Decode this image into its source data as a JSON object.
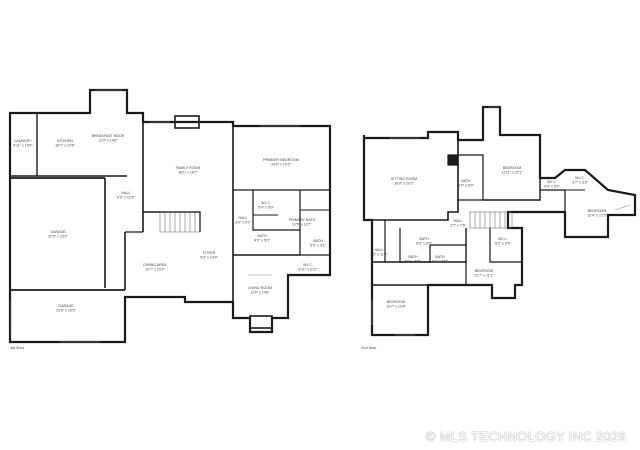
{
  "floors": [
    {
      "name": "1st floor",
      "rooms": [
        {
          "id": "laundry",
          "name": "LAUNDRY",
          "dims": "5'11\" x 10'0\""
        },
        {
          "id": "kitchen",
          "name": "KITCHEN",
          "dims": "16'7\" x 13'5\""
        },
        {
          "id": "breakfast",
          "name": "BREAKFAST NOOK",
          "dims": "11'3\" x 14'6\""
        },
        {
          "id": "family",
          "name": "FAMILY ROOM",
          "dims": "18'1\" x 18'7\""
        },
        {
          "id": "primary-bed",
          "name": "PRIMARY BEDROOM",
          "dims": "20'6\" x 15'2\""
        },
        {
          "id": "hall1",
          "name": "HALL",
          "dims": "6'9\" x 12'6\""
        },
        {
          "id": "garage1",
          "name": "GARAGE",
          "dims": "22'0\" x 23'2\""
        },
        {
          "id": "wic1",
          "name": "W.I.C.",
          "dims": "5'4\" x 5'0\""
        },
        {
          "id": "hall2",
          "name": "HALL",
          "dims": "3'6\" x 9'2\""
        },
        {
          "id": "primary-bath",
          "name": "PRIMARY BATH",
          "dims": "11'5\" x 13'7\""
        },
        {
          "id": "bath1",
          "name": "BATH",
          "dims": "4'0\" x 5'0\""
        },
        {
          "id": "bath2",
          "name": "BATH",
          "dims": "5'0\" x 3'1\""
        },
        {
          "id": "dining",
          "name": "DINING AREA",
          "dims": "12'7\" x 15'3\""
        },
        {
          "id": "foyer",
          "name": "FOYER",
          "dims": "9'3\" x 14'9\""
        },
        {
          "id": "wic2",
          "name": "W.I.C.",
          "dims": "6'11\" x 5'11\""
        },
        {
          "id": "living",
          "name": "LIVING ROOM",
          "dims": "11'6\" x 14'8\""
        },
        {
          "id": "garage2",
          "name": "GARAGE",
          "dims": "23'8\" x 10'5\""
        }
      ]
    },
    {
      "name": "2nd floor",
      "rooms": [
        {
          "id": "sitting",
          "name": "SITTING ROOM",
          "dims": "16'8\" x 20'2\""
        },
        {
          "id": "bath3",
          "name": "BATH",
          "dims": "6'0\" x 8'0\""
        },
        {
          "id": "bed1",
          "name": "BEDROOM",
          "dims": "11'11\" x 22'1\""
        },
        {
          "id": "wic3",
          "name": "W.I.C.",
          "dims": "4'4\" x 5'5\""
        },
        {
          "id": "wic4",
          "name": "W.I.C.",
          "dims": "3'7\" x 3'3\""
        },
        {
          "id": "bed2",
          "name": "BEDROOM",
          "dims": "12'4\" x 12'6\""
        },
        {
          "id": "hall3",
          "name": "HALL",
          "dims": "3'5\" x 11'0\""
        },
        {
          "id": "bath4",
          "name": "BATH",
          "dims": "6'3\" x 5'0\""
        },
        {
          "id": "hall4",
          "name": "HALL",
          "dims": "2'2\" x 7'5\""
        },
        {
          "id": "wic5",
          "name": "W.I.C.",
          "dims": "6'2\" x 3'9\""
        },
        {
          "id": "bath5",
          "name": "BATH",
          "dims": "5'1\" x 5'8\""
        },
        {
          "id": "bath6",
          "name": "BATH",
          "dims": "5'2\" x 5'0\""
        },
        {
          "id": "bed3",
          "name": "BEDROOM",
          "dims": "12'7\" x 11'1\""
        },
        {
          "id": "bed4",
          "name": "BEDROOM",
          "dims": "13'7\" x 13'4\""
        }
      ]
    }
  ],
  "watermark": "© MLS TECHNOLOGY INC 2026",
  "colors": {
    "wall": "#1a1a1a",
    "thin_wall": "#555555",
    "label": "#444444"
  }
}
